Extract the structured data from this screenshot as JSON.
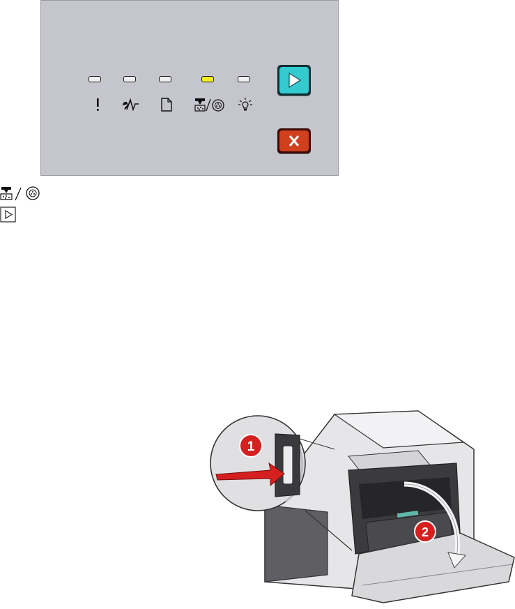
{
  "control_panel": {
    "lights": [
      {
        "name": "error-light",
        "state": "off",
        "symbol": "exclamation-icon"
      },
      {
        "name": "paper-jam-light",
        "state": "off",
        "symbol": "paper-jam-icon"
      },
      {
        "name": "load-paper-light",
        "state": "off",
        "symbol": "paper-icon"
      },
      {
        "name": "toner-photoconductor-light",
        "state": "on",
        "symbol": "toner-photoconductor-icon"
      },
      {
        "name": "ready-light",
        "state": "off",
        "symbol": "ready-icon"
      }
    ],
    "colors": {
      "panel": "#c5c5cd",
      "light_off": "#efeff2",
      "light_on": "#f4ef1e",
      "continue_button": "#35c9d0",
      "stop_button": "#d0401f"
    },
    "buttons": [
      {
        "name": "continue-button",
        "icon": "play-icon"
      },
      {
        "name": "stop-button",
        "icon": "x-icon"
      }
    ]
  },
  "legend_icons": [
    "toner-photoconductor-icon",
    "continue-icon"
  ],
  "illustration": {
    "callouts": [
      "1",
      "2"
    ],
    "callout_color": "#d61f1f"
  }
}
